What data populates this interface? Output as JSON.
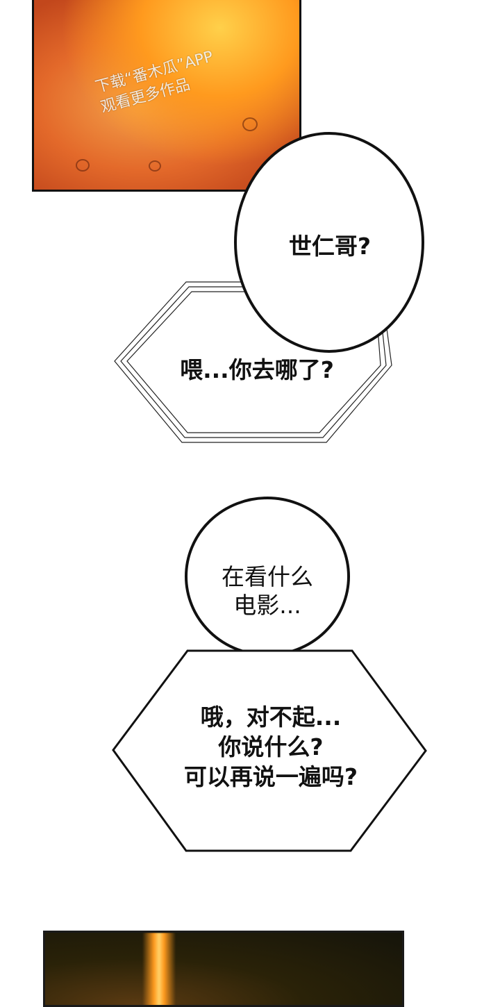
{
  "watermark": "下载“番木瓜”APP\n观看更多作品",
  "bubbles": {
    "oval_top": "世仁哥?",
    "hex_double": "喂...你去哪了?",
    "oval_mid": "在看什么\n电影...",
    "hex_bottom": "哦，对不起...\n你说什么?\n可以再说一遍吗?"
  }
}
